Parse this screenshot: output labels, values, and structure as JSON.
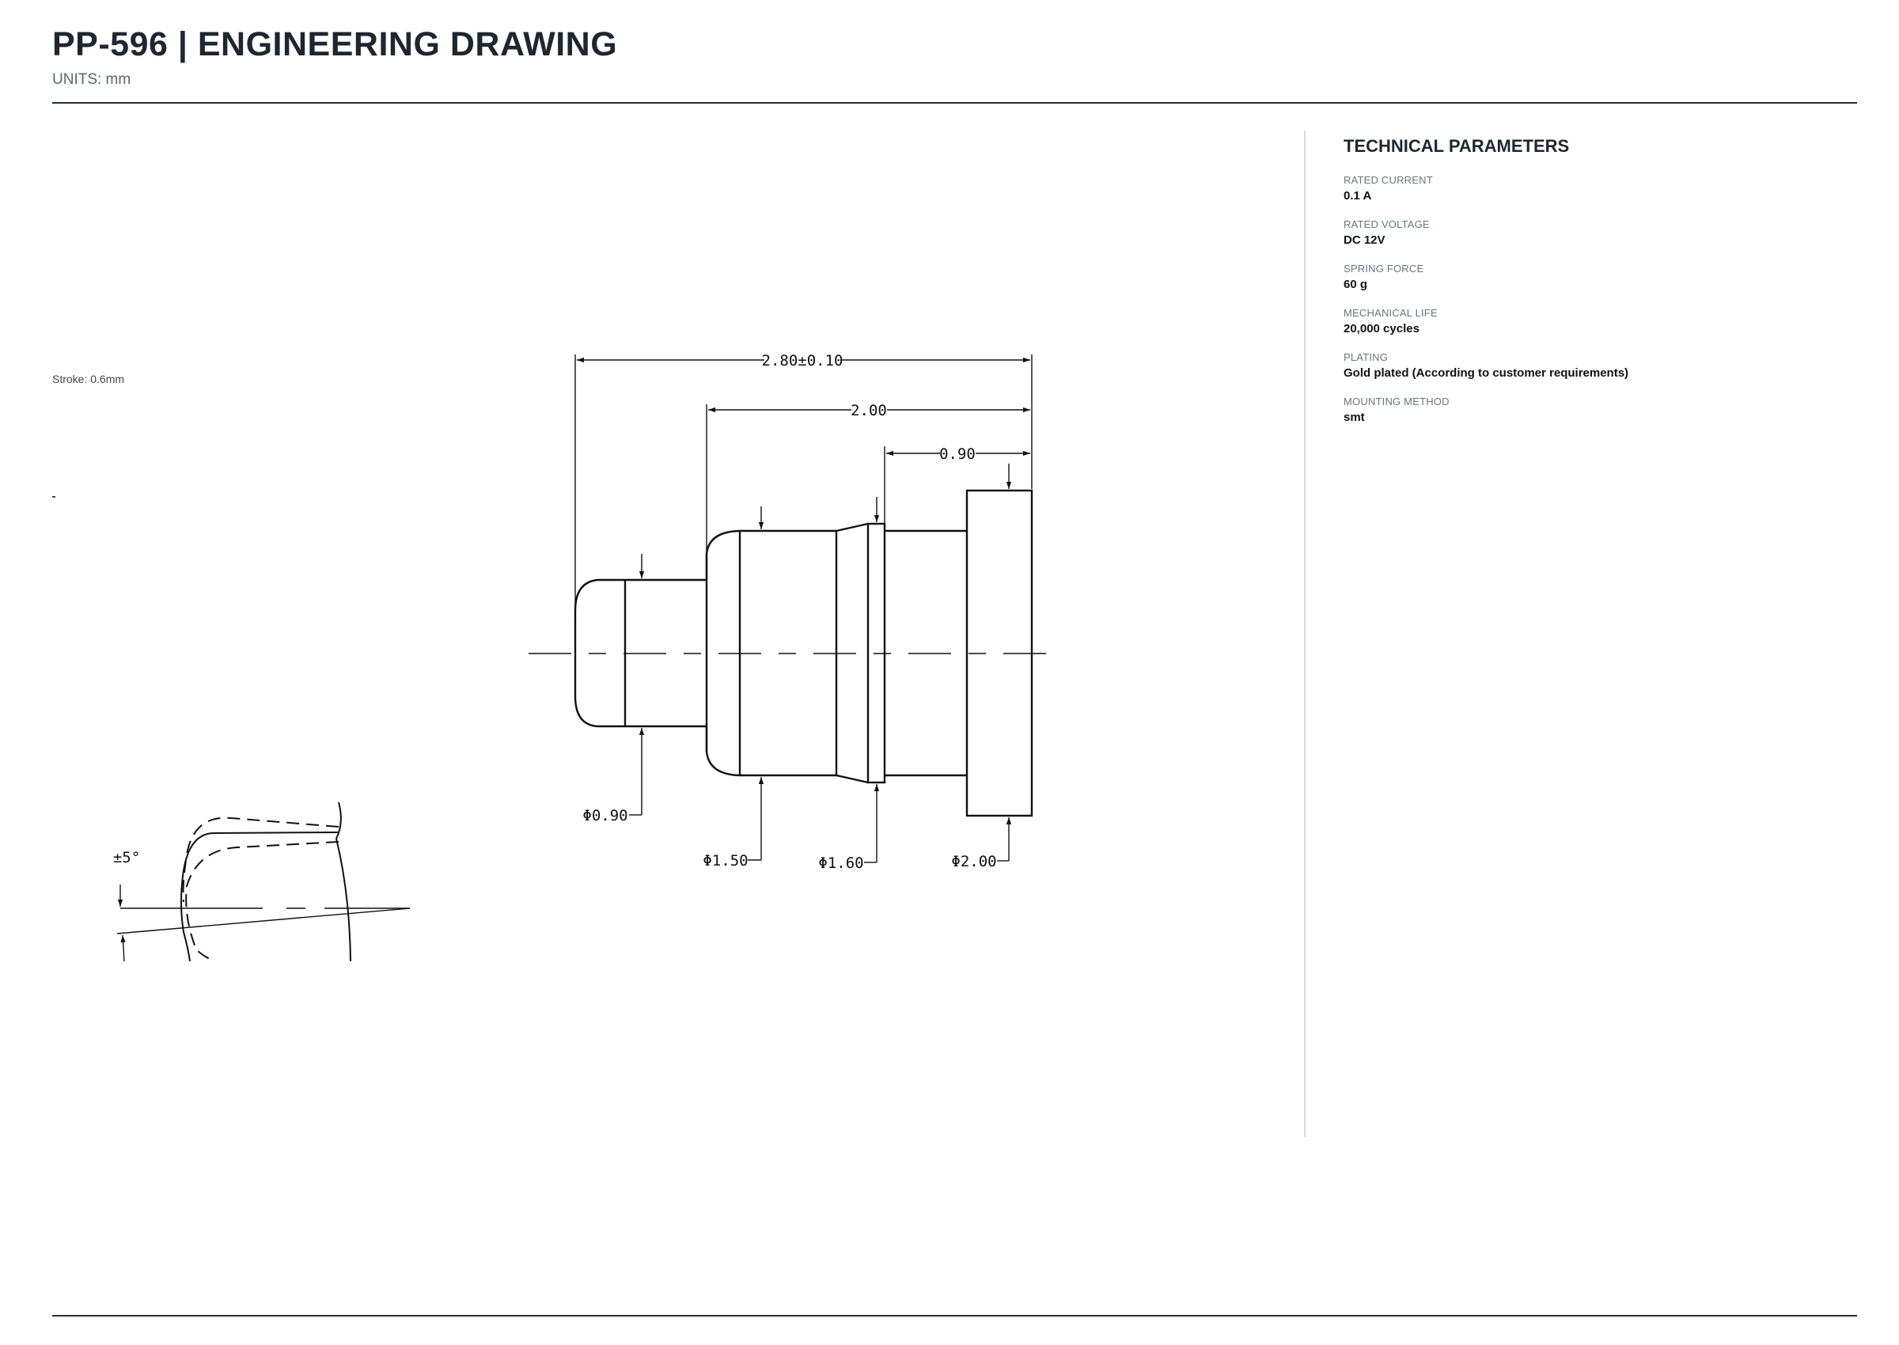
{
  "header": {
    "title": "PP-596  |  ENGINEERING DRAWING",
    "units": "UNITS: mm"
  },
  "drawing": {
    "dimensions": {
      "overall_length": "2.80±0.10",
      "length_2": "2.00",
      "length_3": "0.90",
      "dia_tip": "Φ0.90",
      "dia_body": "Φ1.50",
      "dia_collar": "Φ1.60",
      "dia_base": "Φ2.00",
      "angle": "±5°"
    },
    "cropped_text": "Stroke: 0.6mm"
  },
  "params": {
    "title": "TECHNICAL PARAMETERS",
    "items": [
      {
        "label": "RATED CURRENT",
        "value": "0.1 A"
      },
      {
        "label": "RATED VOLTAGE",
        "value": "DC 12V"
      },
      {
        "label": "SPRING FORCE",
        "value": "60 g"
      },
      {
        "label": "MECHANICAL LIFE",
        "value": "20,000 cycles"
      },
      {
        "label": "PLATING",
        "value": "Gold plated (According to customer requirements)"
      },
      {
        "label": "MOUNTING METHOD",
        "value": "smt"
      }
    ]
  }
}
